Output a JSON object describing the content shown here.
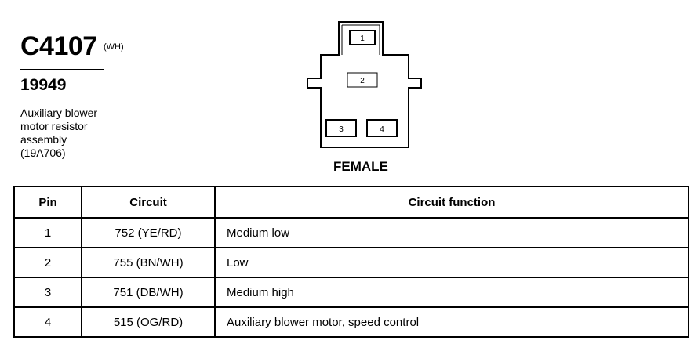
{
  "connector": {
    "id": "C4107",
    "color": "(WH)",
    "part_number": "19949",
    "description_lines": [
      "Auxiliary blower",
      "motor resistor",
      "assembly",
      "(19A706)"
    ],
    "gender": "FEMALE",
    "cavities": [
      "1",
      "2",
      "3",
      "4"
    ]
  },
  "table": {
    "headers": [
      "Pin",
      "Circuit",
      "Circuit function"
    ],
    "rows": [
      {
        "pin": "1",
        "circuit": "752 (YE/RD)",
        "function": "Medium low"
      },
      {
        "pin": "2",
        "circuit": "755 (BN/WH)",
        "function": "Low"
      },
      {
        "pin": "3",
        "circuit": "751 (DB/WH)",
        "function": "Medium high"
      },
      {
        "pin": "4",
        "circuit": "515 (OG/RD)",
        "function": "Auxiliary blower motor, speed control"
      }
    ]
  }
}
